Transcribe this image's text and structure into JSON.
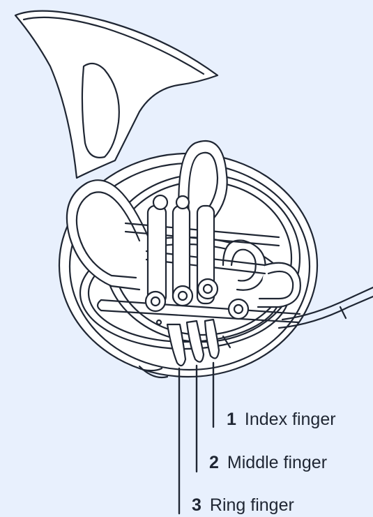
{
  "colors": {
    "background": "#e8f0fd",
    "line": "#1f2633",
    "fill": "#ffffff"
  },
  "illustration": {
    "icon": "french-horn-icon"
  },
  "fingers": [
    {
      "number": "1",
      "name": "Index finger"
    },
    {
      "number": "2",
      "name": "Middle finger"
    },
    {
      "number": "3",
      "name": "Ring finger"
    }
  ]
}
